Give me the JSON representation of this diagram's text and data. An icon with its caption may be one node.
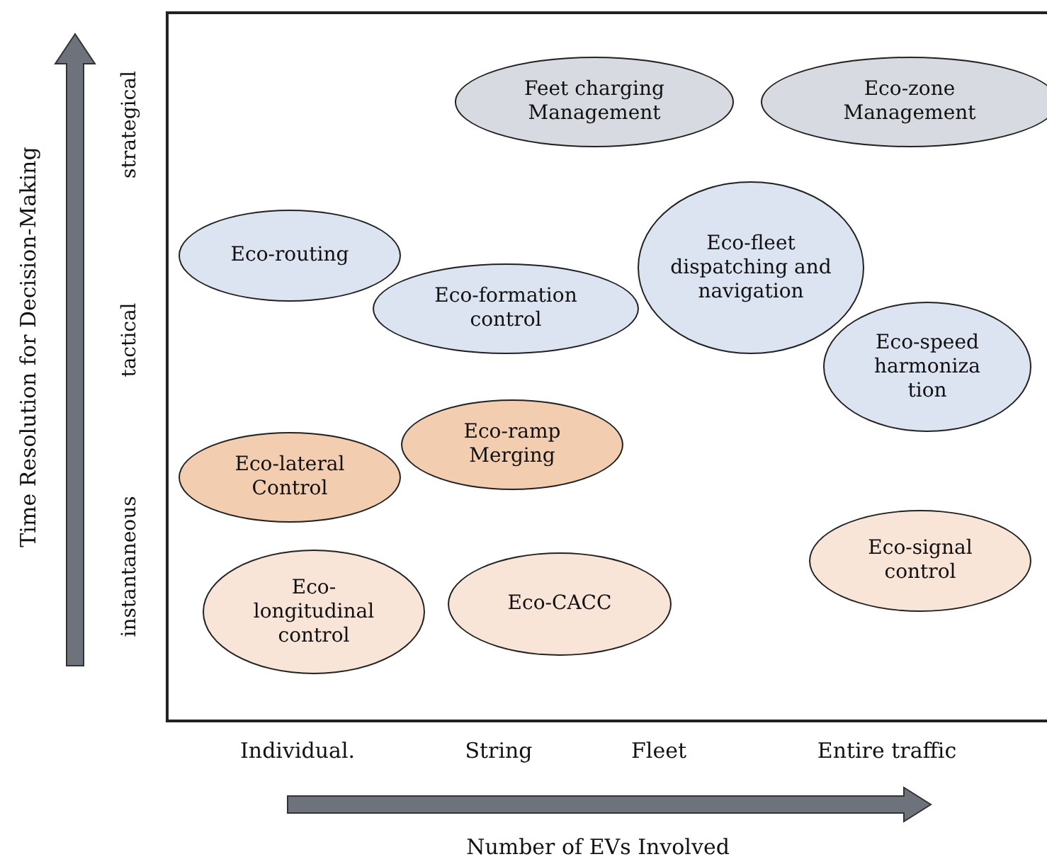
{
  "diagram": {
    "nodes": [
      {
        "text": [
          "Feet charging Management"
        ]
      },
      {
        "text": [
          "Eco-zone Management"
        ]
      },
      {
        "text": [
          "Eco-fleet dispatching and navigation"
        ]
      },
      {
        "text": [
          "Eco-routing"
        ]
      },
      {
        "text": [
          "Eco-formation control"
        ]
      },
      {
        "text": [
          "Eco-speed harmoniza tion"
        ]
      },
      {
        "text": [
          "Eco-ramp Merging"
        ]
      },
      {
        "text": [
          "Eco-lateral Control"
        ]
      },
      {
        "text": [
          "Eco-signal control"
        ]
      },
      {
        "text": [
          "Eco- longitudinal control"
        ]
      },
      {
        "text": [
          "Eco-CACC"
        ]
      }
    ],
    "labels": [
      "Time Resolution for Decision-Making",
      "strategical",
      "tactical",
      "instantaneous",
      "Individual.",
      "String",
      "Fleet",
      "Entire traffic",
      "Number of EVs Involved"
    ]
  }
}
